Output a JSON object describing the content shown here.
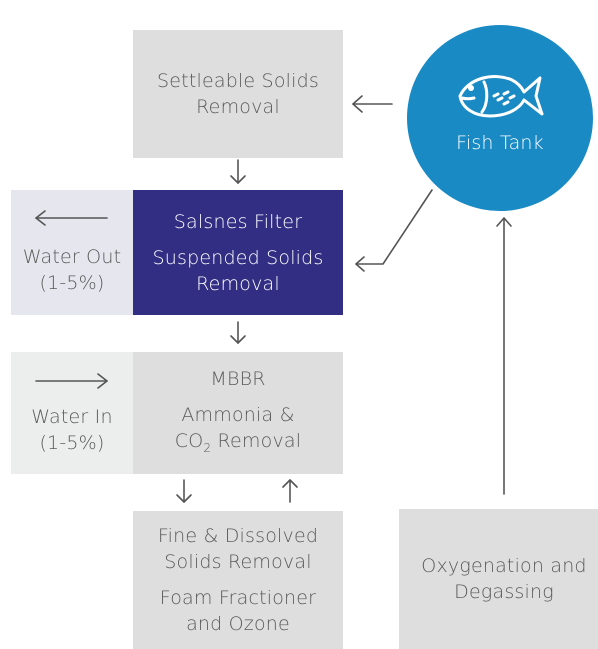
{
  "fish_tank": {
    "label": "Fish Tank",
    "icon": "fish-icon",
    "color": "#1a8ac4"
  },
  "settleable": {
    "line1": "Settleable Solids",
    "line2": "Removal"
  },
  "salsnes": {
    "title": "Salsnes Filter",
    "line1": "Suspended Solids",
    "line2": "Removal",
    "color": "#322e84"
  },
  "water_out": {
    "line1": "Water Out",
    "line2": "(1-5%)"
  },
  "mbbr": {
    "title": "MBBR",
    "line1": "Ammonia &",
    "co": "CO",
    "sub": "2",
    "removal": " Removal"
  },
  "water_in": {
    "line1": "Water In",
    "line2": "(1-5%)"
  },
  "fine": {
    "line1": "Fine & Dissolved",
    "line2": "Solids Removal",
    "line3": "Foam Fractioner",
    "line4": "and Ozone"
  },
  "oxygen": {
    "line1": "Oxygenation and",
    "line2": "Degassing"
  }
}
